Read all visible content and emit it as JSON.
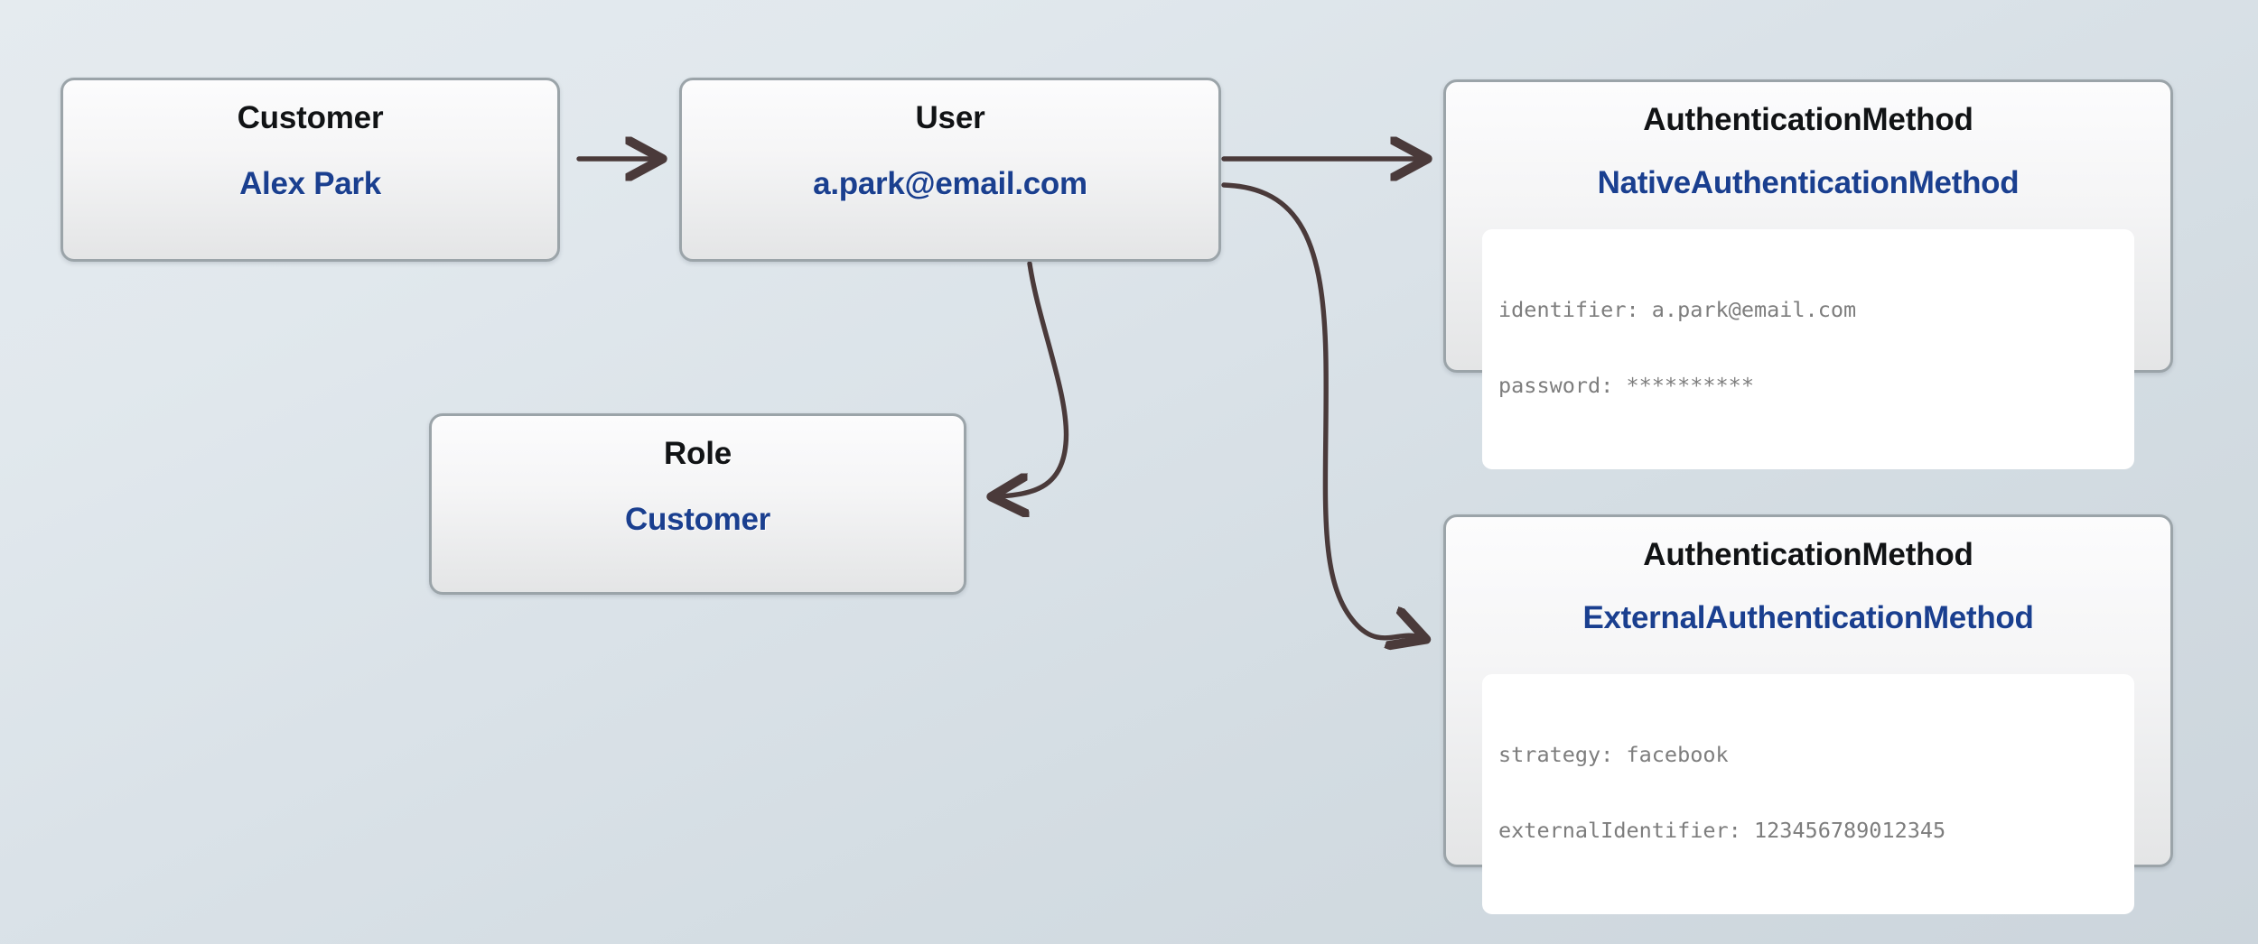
{
  "diagram": {
    "type": "entity-relationship",
    "nodes": [
      {
        "id": "customer",
        "title": "Customer",
        "subtitle": "Alex Park"
      },
      {
        "id": "user",
        "title": "User",
        "subtitle": "a.park@email.com"
      },
      {
        "id": "role",
        "title": "Role",
        "subtitle": "Customer"
      },
      {
        "id": "native",
        "title": "AuthenticationMethod",
        "subtitle": "NativeAuthenticationMethod",
        "details": [
          "identifier: a.park@email.com",
          "password: **********"
        ]
      },
      {
        "id": "external",
        "title": "AuthenticationMethod",
        "subtitle": "ExternalAuthenticationMethod",
        "details": [
          "strategy: facebook",
          "externalIdentifier: 123456789012345"
        ]
      }
    ],
    "edges": [
      {
        "id": "customer-to-user",
        "from": "customer",
        "to": "user",
        "style": "straight"
      },
      {
        "id": "user-to-native",
        "from": "user",
        "to": "native",
        "style": "straight"
      },
      {
        "id": "user-to-external",
        "from": "user",
        "to": "external",
        "style": "curved"
      },
      {
        "id": "user-to-role",
        "from": "user",
        "to": "role",
        "style": "curved"
      }
    ]
  },
  "colors": {
    "accent_blue": "#1a3f8f",
    "title_black": "#111315",
    "connector": "#4a3a3a",
    "node_border": "#9ba4a9",
    "detail_text": "#7d7d7d",
    "detail_panel_bg": "#ffffff",
    "background_light": "#e5ebef",
    "background_dark": "#ccd5dc"
  }
}
